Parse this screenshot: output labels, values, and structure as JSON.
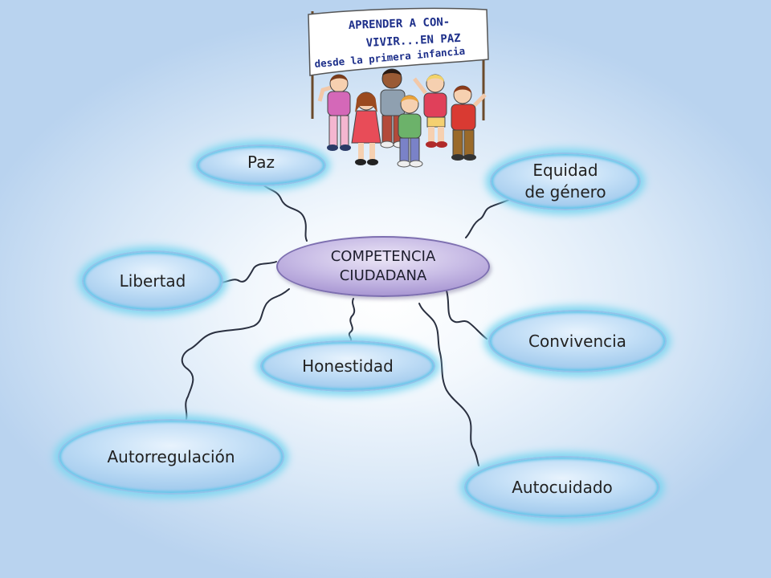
{
  "banner": {
    "line1": "APRENDER A CON-",
    "line2": "VIVIR...EN PAZ",
    "line3": "desde la primera infancia"
  },
  "center": {
    "label": "COMPETENCIA\nCIUDADANA"
  },
  "nodes": {
    "paz": "Paz",
    "equidad": "Equidad\nde género",
    "libertad": "Libertad",
    "convivencia": "Convivencia",
    "honestidad": "Honestidad",
    "autorregulacion": "Autorregulación",
    "autocuidado": "Autocuidado"
  },
  "colors": {
    "node_fill": "#b7d8f4",
    "node_glow": "#7fd6f0",
    "center_fill": "#c2b4e2",
    "connector": "#2a3040"
  }
}
